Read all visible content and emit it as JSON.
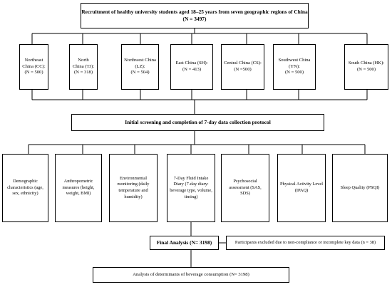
{
  "recruitment": "Recruitment of healthy university students aged 18–25 years from seven geographic regions of China (N = 3497)",
  "regions": [
    {
      "name": "Northeast China (CC):",
      "n": "(N = 500)"
    },
    {
      "name": "North China (TJ):",
      "n": "(N = 318)"
    },
    {
      "name": "Northwest China (LZ):",
      "n": "(N = 504)"
    },
    {
      "name": "East China (SH):",
      "n": "(N = 413)"
    },
    {
      "name": "Central China (CS):",
      "n": "(N =500)"
    },
    {
      "name": "Southwest China (YN):",
      "n": "(N = 500)"
    },
    {
      "name": "South China (HK):",
      "n": "(N = 500)"
    }
  ],
  "screening": "Initial screening and completion of 7-day data collection protocol",
  "measures": [
    "Demographic characteristics (age, sex, ethnicity)",
    "Anthropometric measures (height, weight, BMI)",
    "Environmental monitoring (daily temperature and humidity)",
    "7-Day Fluid Intake Diary (7-day diary: beverage type, volume, timing)",
    "Psychosocial assessment (SAS, SDS)",
    "Physical Activity Level (IPAQ)",
    "Sleep Quality (PSQI)"
  ],
  "final_analysis": "Final Analysis (N= 3198)",
  "excluded": "Participants excluded due to non-compliance or incomplete key data (n = 38)",
  "analysis": "Analysis of determinants of beverage consumption (N= 3198)"
}
